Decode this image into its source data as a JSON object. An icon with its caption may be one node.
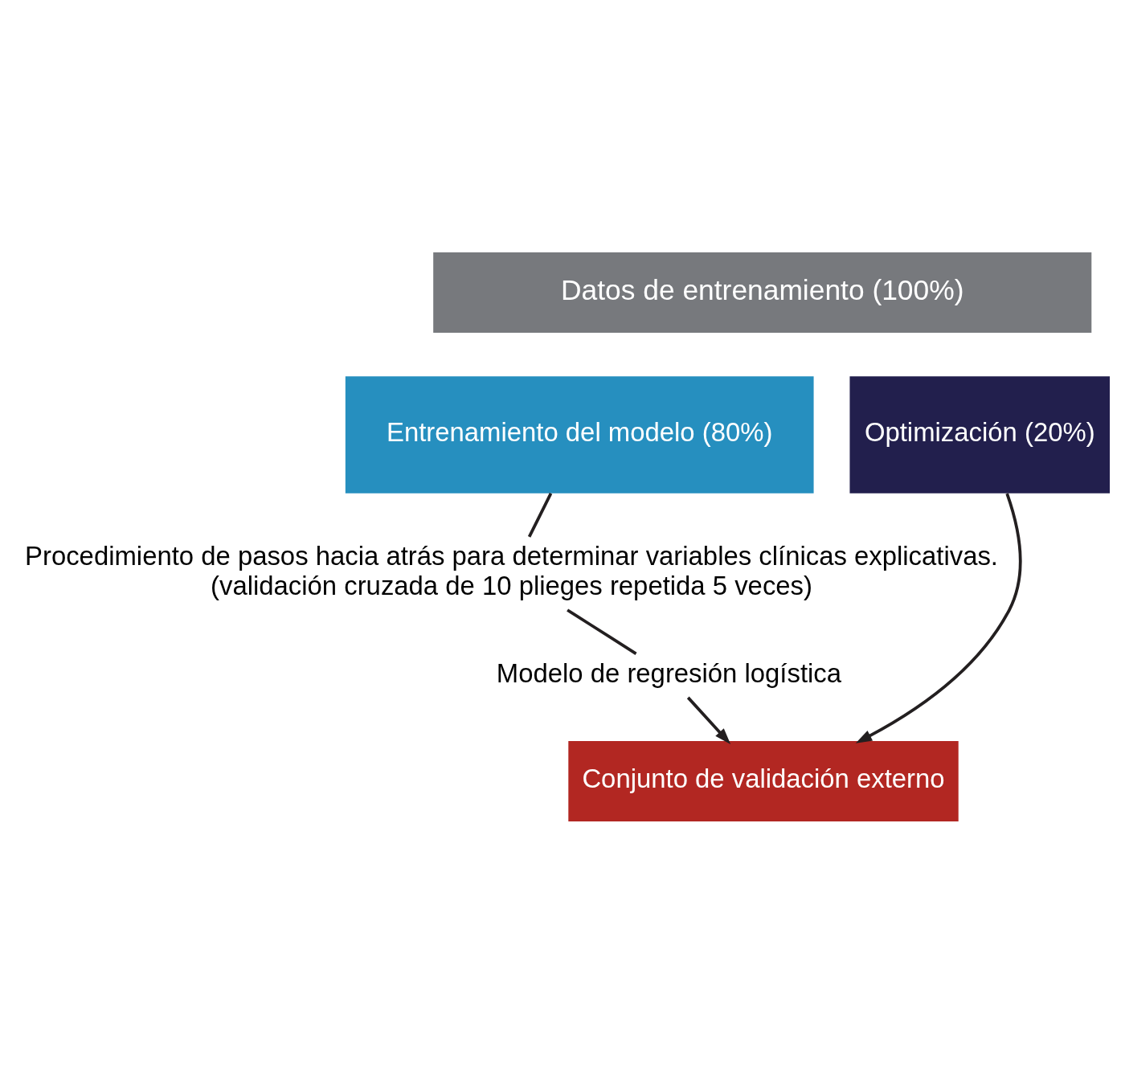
{
  "diagram": {
    "nodes": [
      {
        "text": [
          "Datos de entrenamiento (100%)"
        ]
      },
      {
        "text": [
          "Entrenamiento del modelo (80%)"
        ]
      },
      {
        "text": [
          "Optimización (20%)"
        ]
      },
      {
        "text": [
          "Procedimiento de pasos hacia atrás para determinar variables clínicas explicativas.",
          "(validación cruzada de 10 plieges repetida 5 veces)"
        ]
      },
      {
        "text": [
          "Modelo de regresión logística"
        ]
      },
      {
        "text": [
          "Conjunto de validación externo"
        ]
      }
    ],
    "edges": [
      {
        "from": 1,
        "to": 3,
        "arrow": "none"
      },
      {
        "from": 3,
        "to": 4,
        "arrow": "none"
      },
      {
        "from": 4,
        "to": 5,
        "arrow": "to"
      },
      {
        "from": 2,
        "to": 5,
        "arrow": "to"
      }
    ]
  }
}
